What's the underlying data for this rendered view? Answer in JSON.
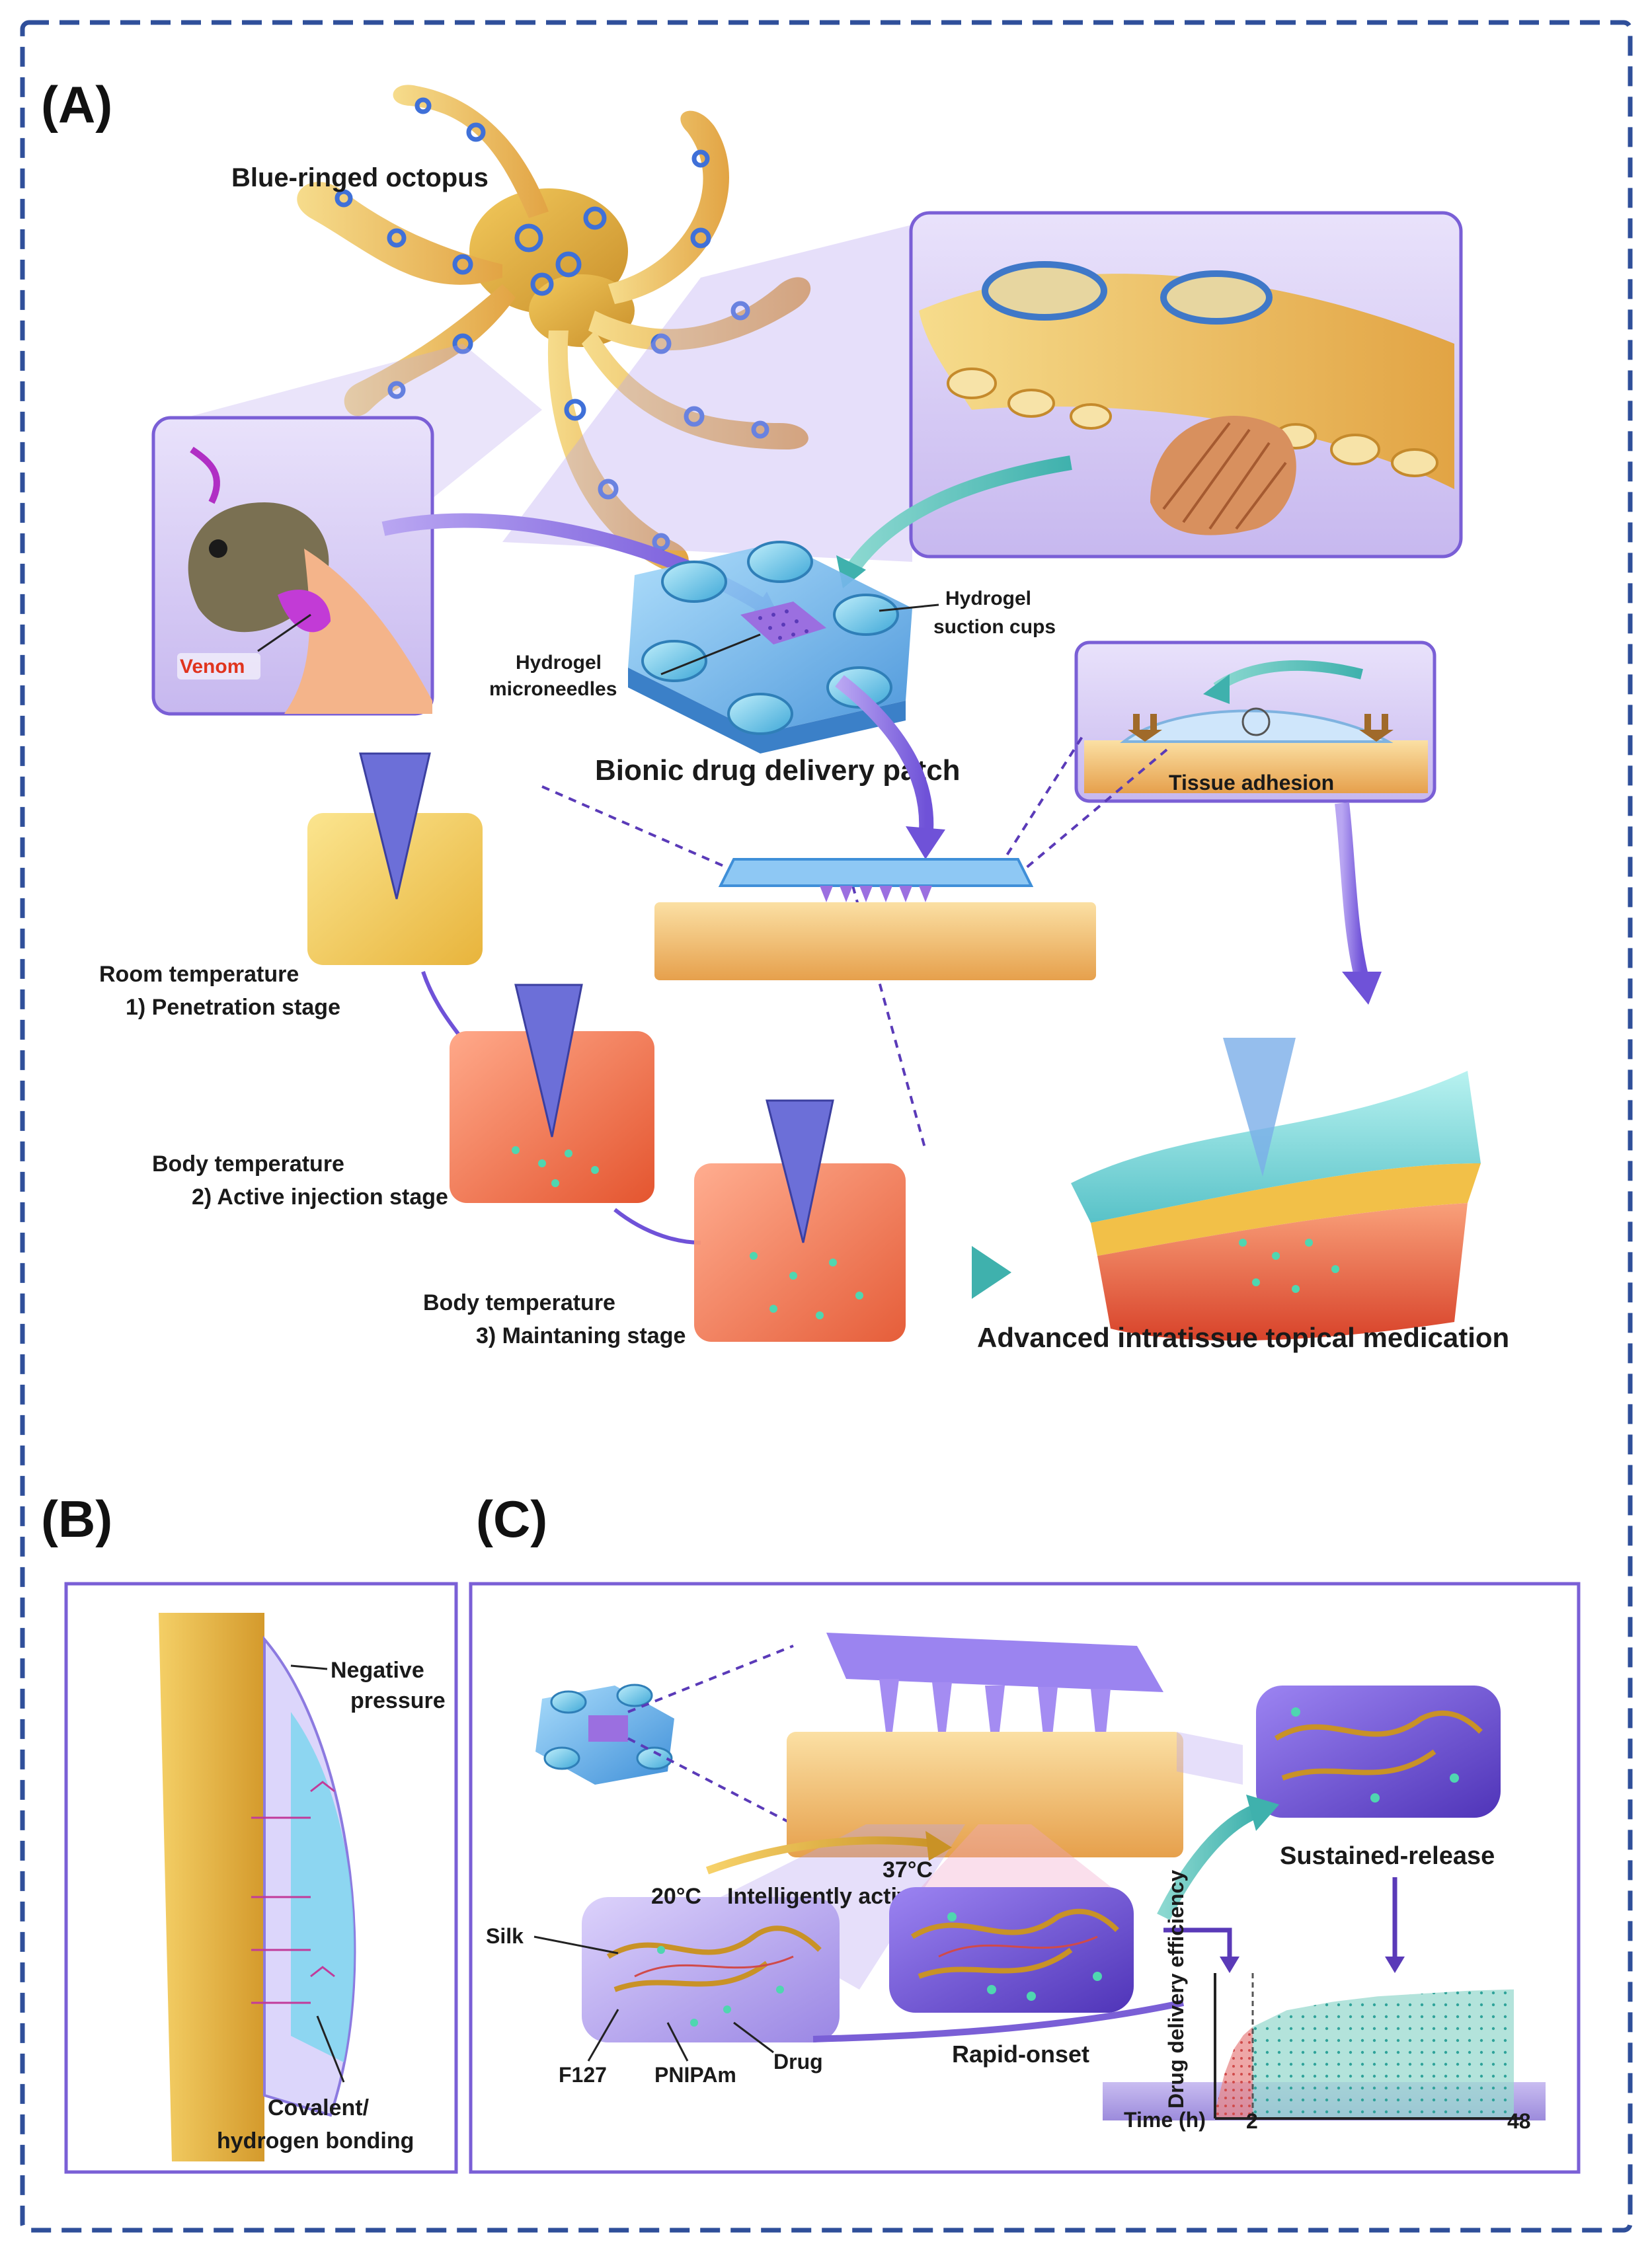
{
  "panels": {
    "a": "(A)",
    "b": "(B)",
    "c": "(C)"
  },
  "panel_a": {
    "octopus": "Blue-ringed octopus",
    "venom": "Venom",
    "suction_cups": [
      "Hydrogel",
      "suction cups"
    ],
    "microneedles": [
      "Hydrogel",
      "microneedles"
    ],
    "patch": "Bionic drug delivery patch",
    "tissue_adhesion": "Tissue adhesion",
    "stage1": [
      "Room temperature",
      "1) Penetration stage"
    ],
    "stage2": [
      "Body temperature",
      "2) Active injection stage"
    ],
    "stage3": [
      "Body temperature",
      "3) Maintaning stage"
    ],
    "outcome": "Advanced intratissue topical medication"
  },
  "panel_b": {
    "negative_pressure": [
      "Negative",
      "pressure"
    ],
    "bonding": [
      "Covalent/",
      "hydrogen bonding"
    ]
  },
  "panel_c": {
    "temp_low": "20°C",
    "temp_high": "37°C",
    "active": "Intelligently active",
    "silk": "Silk",
    "f127": "F127",
    "pnipam": "PNIPAm",
    "drug": "Drug",
    "rapid": "Rapid-onset",
    "sustained": "Sustained-release"
  },
  "chart_data": {
    "type": "area",
    "xlabel": "Time (h)",
    "ylabel": "Drug delivery efficiency",
    "x_ticks": [
      "2",
      "48"
    ],
    "series": [
      {
        "phase": "rapid-onset",
        "x": [
          0,
          0.5,
          1,
          1.5,
          2
        ],
        "y": [
          0.05,
          0.32,
          0.5,
          0.6,
          0.66
        ]
      },
      {
        "phase": "sustained-release",
        "x": [
          2,
          8,
          16,
          24,
          32,
          40,
          48
        ],
        "y": [
          0.66,
          0.78,
          0.84,
          0.88,
          0.9,
          0.92,
          0.93
        ]
      }
    ],
    "colors": {
      "rapid": "#e88a8a",
      "sustained": "#9ad9cf",
      "base": "#b4a6e6"
    }
  },
  "colors": {
    "border": "#2f4f9a",
    "purple": "#8c6fe0",
    "teal": "#6ec8c4",
    "blue": "#5aa6e6",
    "yellow": "#f3c85a",
    "tissue": "#f08a5a"
  }
}
